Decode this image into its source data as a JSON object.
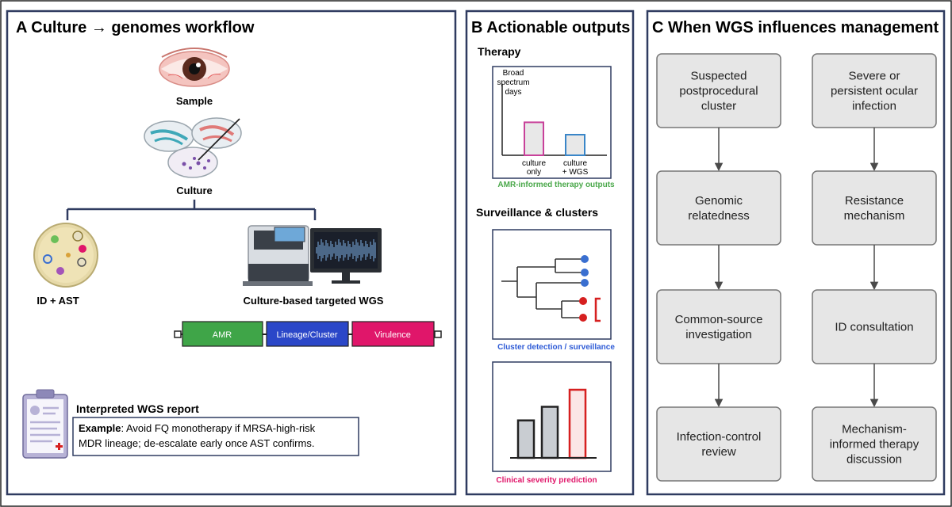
{
  "colors": {
    "panel_border": "#2f3b60",
    "box_fill": "#e6e6e6",
    "box_stroke": "#777777",
    "arrow": "#4a4a4a",
    "amr_green": "#3fa548",
    "lineage_blue": "#2b47c8",
    "virulence_pink": "#e0166a",
    "caption_green": "#4aa84a",
    "caption_blue": "#2e5bd6",
    "caption_pink": "#e0166a",
    "red": "#d62020",
    "node_blue": "#3a6fd0"
  },
  "panelA": {
    "title": "A Culture → genomes workflow",
    "sample_label": "Sample",
    "culture_label": "Culture",
    "id_ast_label": "ID + AST",
    "wgs_label": "Culture-based targeted WGS",
    "segments": [
      "AMR",
      "Lineage/Cluster",
      "Virulence"
    ],
    "report_title": "Interpreted WGS report",
    "example_label": "Example",
    "example_line1": ": Avoid FQ monotherapy if MRSA-high-risk",
    "example_line2": "MDR lineage; de-escalate early once AST confirms.",
    "icons": [
      "eye-icon",
      "petri-dish-icon",
      "agar-plate-icon",
      "sequencer-icon",
      "monitor-icon",
      "clipboard-icon"
    ]
  },
  "panelB": {
    "title": "B Actionable outputs",
    "therapy_heading": "Therapy",
    "therapy_ylabel": [
      "Broad",
      "spectrum",
      "days"
    ],
    "therapy_caption": "AMR-informed therapy outputs",
    "surveillance_heading": "Surveillance & clusters",
    "cluster_caption": "Cluster detection / surveillance",
    "severity_caption": "Clinical severity prediction"
  },
  "chart_data": [
    {
      "type": "bar",
      "categories": [
        "culture only",
        "culture + WGS"
      ],
      "values": [
        40,
        25
      ],
      "ylabel": "Broad spectrum days",
      "ylim": [
        0,
        100
      ],
      "caption": "AMR-informed therapy outputs"
    },
    {
      "type": "bar",
      "categories": [
        "",
        "",
        ""
      ],
      "values": [
        55,
        75,
        100
      ],
      "ylim": [
        0,
        100
      ],
      "caption": "Clinical severity prediction"
    }
  ],
  "panelC": {
    "title": "C When WGS influences management",
    "left_column": [
      [
        "Suspected",
        "postprocedural",
        "cluster"
      ],
      [
        "Genomic",
        "relatedness"
      ],
      [
        "Common-source",
        "investigation"
      ],
      [
        "Infection-control",
        "review"
      ]
    ],
    "right_column": [
      [
        "Severe or",
        "persistent ocular",
        "infection"
      ],
      [
        "Resistance",
        "mechanism"
      ],
      [
        "ID consultation"
      ],
      [
        "Mechanism-",
        "informed therapy",
        "discussion"
      ]
    ]
  }
}
